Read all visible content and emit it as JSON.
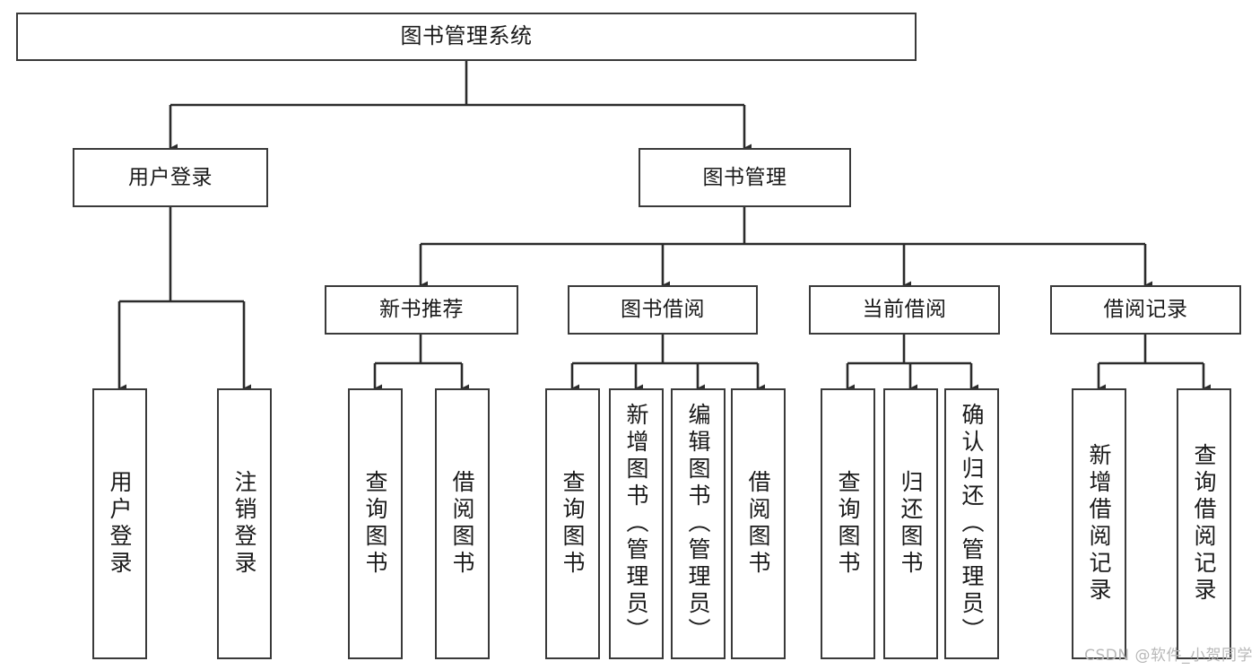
{
  "diagram": {
    "title": "图书管理系统",
    "type": "hierarchy-tree",
    "watermark": "CSDN @软件_小贺同学",
    "colors": {
      "box_border": "#3a3a3a",
      "box_fill": "#ffffff",
      "connector": "#2b2b2b",
      "text": "#1a1a1a",
      "watermark": "#b8b8b8",
      "background": "#ffffff"
    },
    "nodes": {
      "root": {
        "label": "图书管理系统"
      },
      "level2": [
        {
          "id": "user-login",
          "label": "用户登录"
        },
        {
          "id": "book-management",
          "label": "图书管理"
        }
      ],
      "level3": [
        {
          "id": "new-book-recommend",
          "label": "新书推荐"
        },
        {
          "id": "book-borrow",
          "label": "图书借阅"
        },
        {
          "id": "current-borrow",
          "label": "当前借阅"
        },
        {
          "id": "borrow-record",
          "label": "借阅记录"
        }
      ],
      "leaves": {
        "user_login": [
          {
            "id": "leaf-user-login",
            "label": "用户登录"
          },
          {
            "id": "leaf-logout",
            "label": "注销登录"
          }
        ],
        "new_book_recommend": [
          {
            "id": "leaf-query-book-1",
            "label": "查询图书"
          },
          {
            "id": "leaf-borrow-book-1",
            "label": "借阅图书"
          }
        ],
        "book_borrow": [
          {
            "id": "leaf-query-book-2",
            "label": "查询图书"
          },
          {
            "id": "leaf-add-book",
            "label": "新增图书（管理员）"
          },
          {
            "id": "leaf-edit-book",
            "label": "编辑图书（管理员）"
          },
          {
            "id": "leaf-borrow-book-2",
            "label": "借阅图书"
          }
        ],
        "current_borrow": [
          {
            "id": "leaf-query-book-3",
            "label": "查询图书"
          },
          {
            "id": "leaf-return-book",
            "label": "归还图书"
          },
          {
            "id": "leaf-confirm-return",
            "label": "确认归还（管理员）"
          }
        ],
        "borrow_record": [
          {
            "id": "leaf-add-record",
            "label": "新增借阅记录"
          },
          {
            "id": "leaf-query-record",
            "label": "查询借阅记录"
          }
        ]
      }
    }
  }
}
